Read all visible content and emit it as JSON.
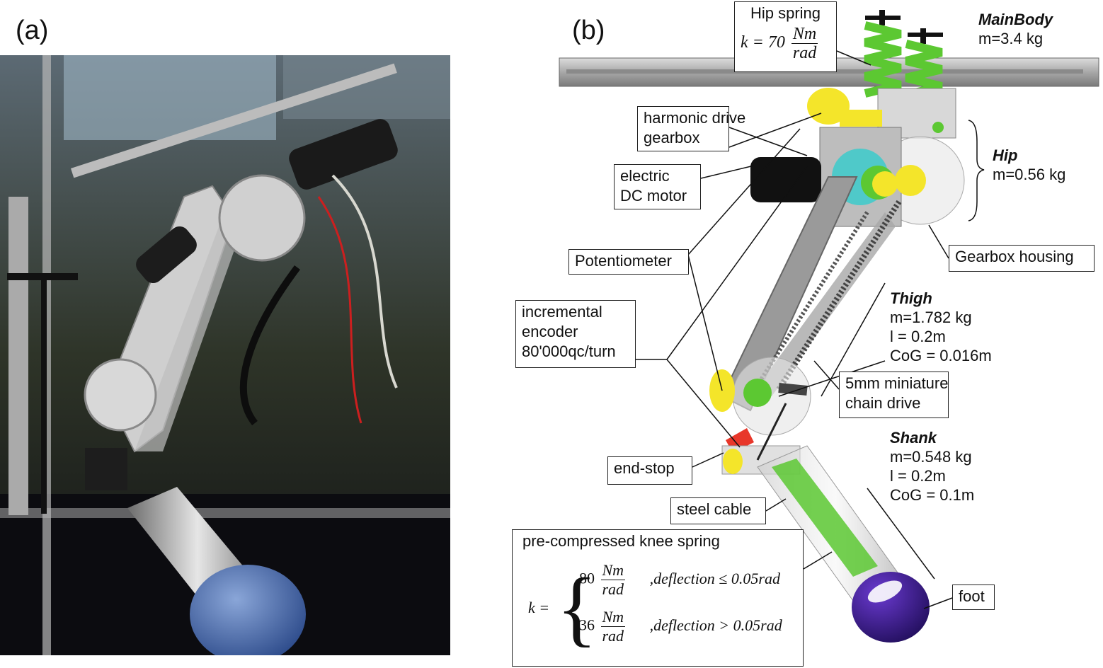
{
  "panels": {
    "a": "(a)",
    "b": "(b)"
  },
  "hip_spring": {
    "title": "Hip spring",
    "k_lhs": "k = 70",
    "num": "Nm",
    "den": "rad"
  },
  "main_body": {
    "name": "MainBody",
    "mass": "m=3.4 kg"
  },
  "hip": {
    "name": "Hip",
    "mass": "m=0.56 kg"
  },
  "thigh": {
    "name": "Thigh",
    "mass": "m=1.782 kg",
    "length": "l = 0.2m",
    "cog": "CoG = 0.016m"
  },
  "shank": {
    "name": "Shank",
    "mass": "m=0.548 kg",
    "length": "l = 0.2m",
    "cog": "CoG = 0.1m"
  },
  "labels": {
    "harmonic_1": "harmonic drive",
    "harmonic_2": "gearbox",
    "motor_1": "electric",
    "motor_2": "DC motor",
    "potentiometer": "Potentiometer",
    "gearbox_housing": "Gearbox housing",
    "encoder_1": "incremental",
    "encoder_2": "encoder",
    "encoder_3": "80'000qc/turn",
    "chain_1": "5mm miniature",
    "chain_2": "chain drive",
    "end_stop": "end-stop",
    "steel_cable": "steel cable",
    "foot": "foot"
  },
  "knee_spring": {
    "title": "pre-compressed knee spring",
    "k": "k =",
    "c1": "80",
    "c2": "36",
    "num": "Nm",
    "den": "rad",
    "cond1": ",deflection ≤ 0.05rad",
    "cond2": ",deflection > 0.05rad"
  },
  "colors": {
    "spring_green": "#5cc832",
    "gear_yellow": "#f4e52a",
    "foot_purple": "#3a1a7a",
    "aluminium": "#c9c9c9",
    "endstop_red": "#e8372a",
    "encoder_cyan": "#4fc9c9"
  }
}
